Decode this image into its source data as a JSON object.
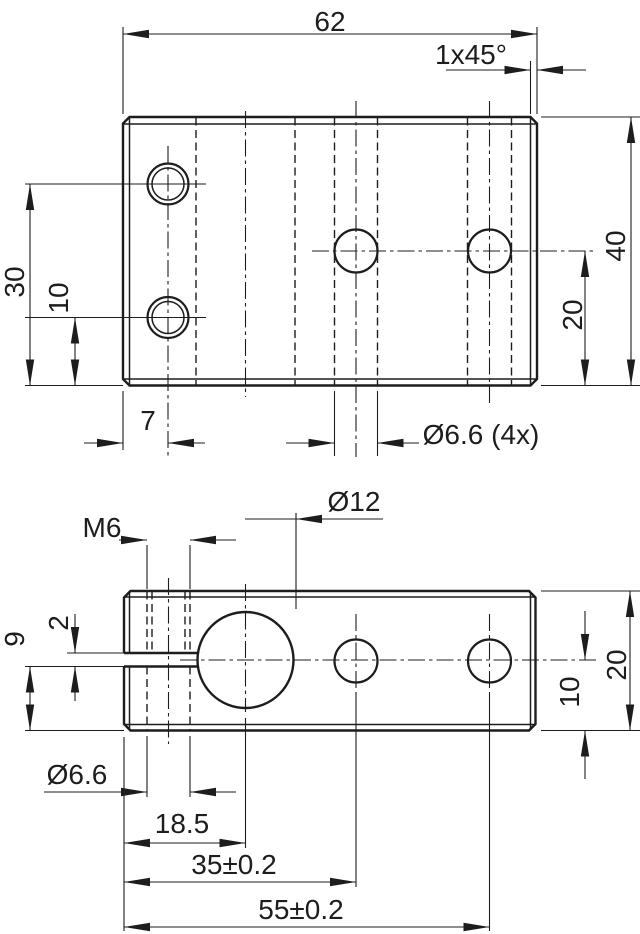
{
  "colors": {
    "line": "#1d1d1d",
    "background": "#ffffff"
  },
  "top_view": {
    "dim_width": "62",
    "dim_chamfer": "1x45°",
    "dim_height": "40",
    "dim_center_offset": "20",
    "dim_hole_upper": "30",
    "dim_hole_lower": "10",
    "dim_edge_dist": "7",
    "dim_holes": "Ø6.6 (4x)"
  },
  "front_view": {
    "dim_thread": "M6",
    "dim_bore": "Ø12",
    "dim_slot_width": "2",
    "dim_slot_bottom": "9",
    "dim_height": "20",
    "dim_hole_height": "10",
    "dim_clearance": "Ø6.6",
    "dim_bore_x": "18.5",
    "dim_hole1_x": "35±0.2",
    "dim_hole2_x": "55±0.2"
  }
}
